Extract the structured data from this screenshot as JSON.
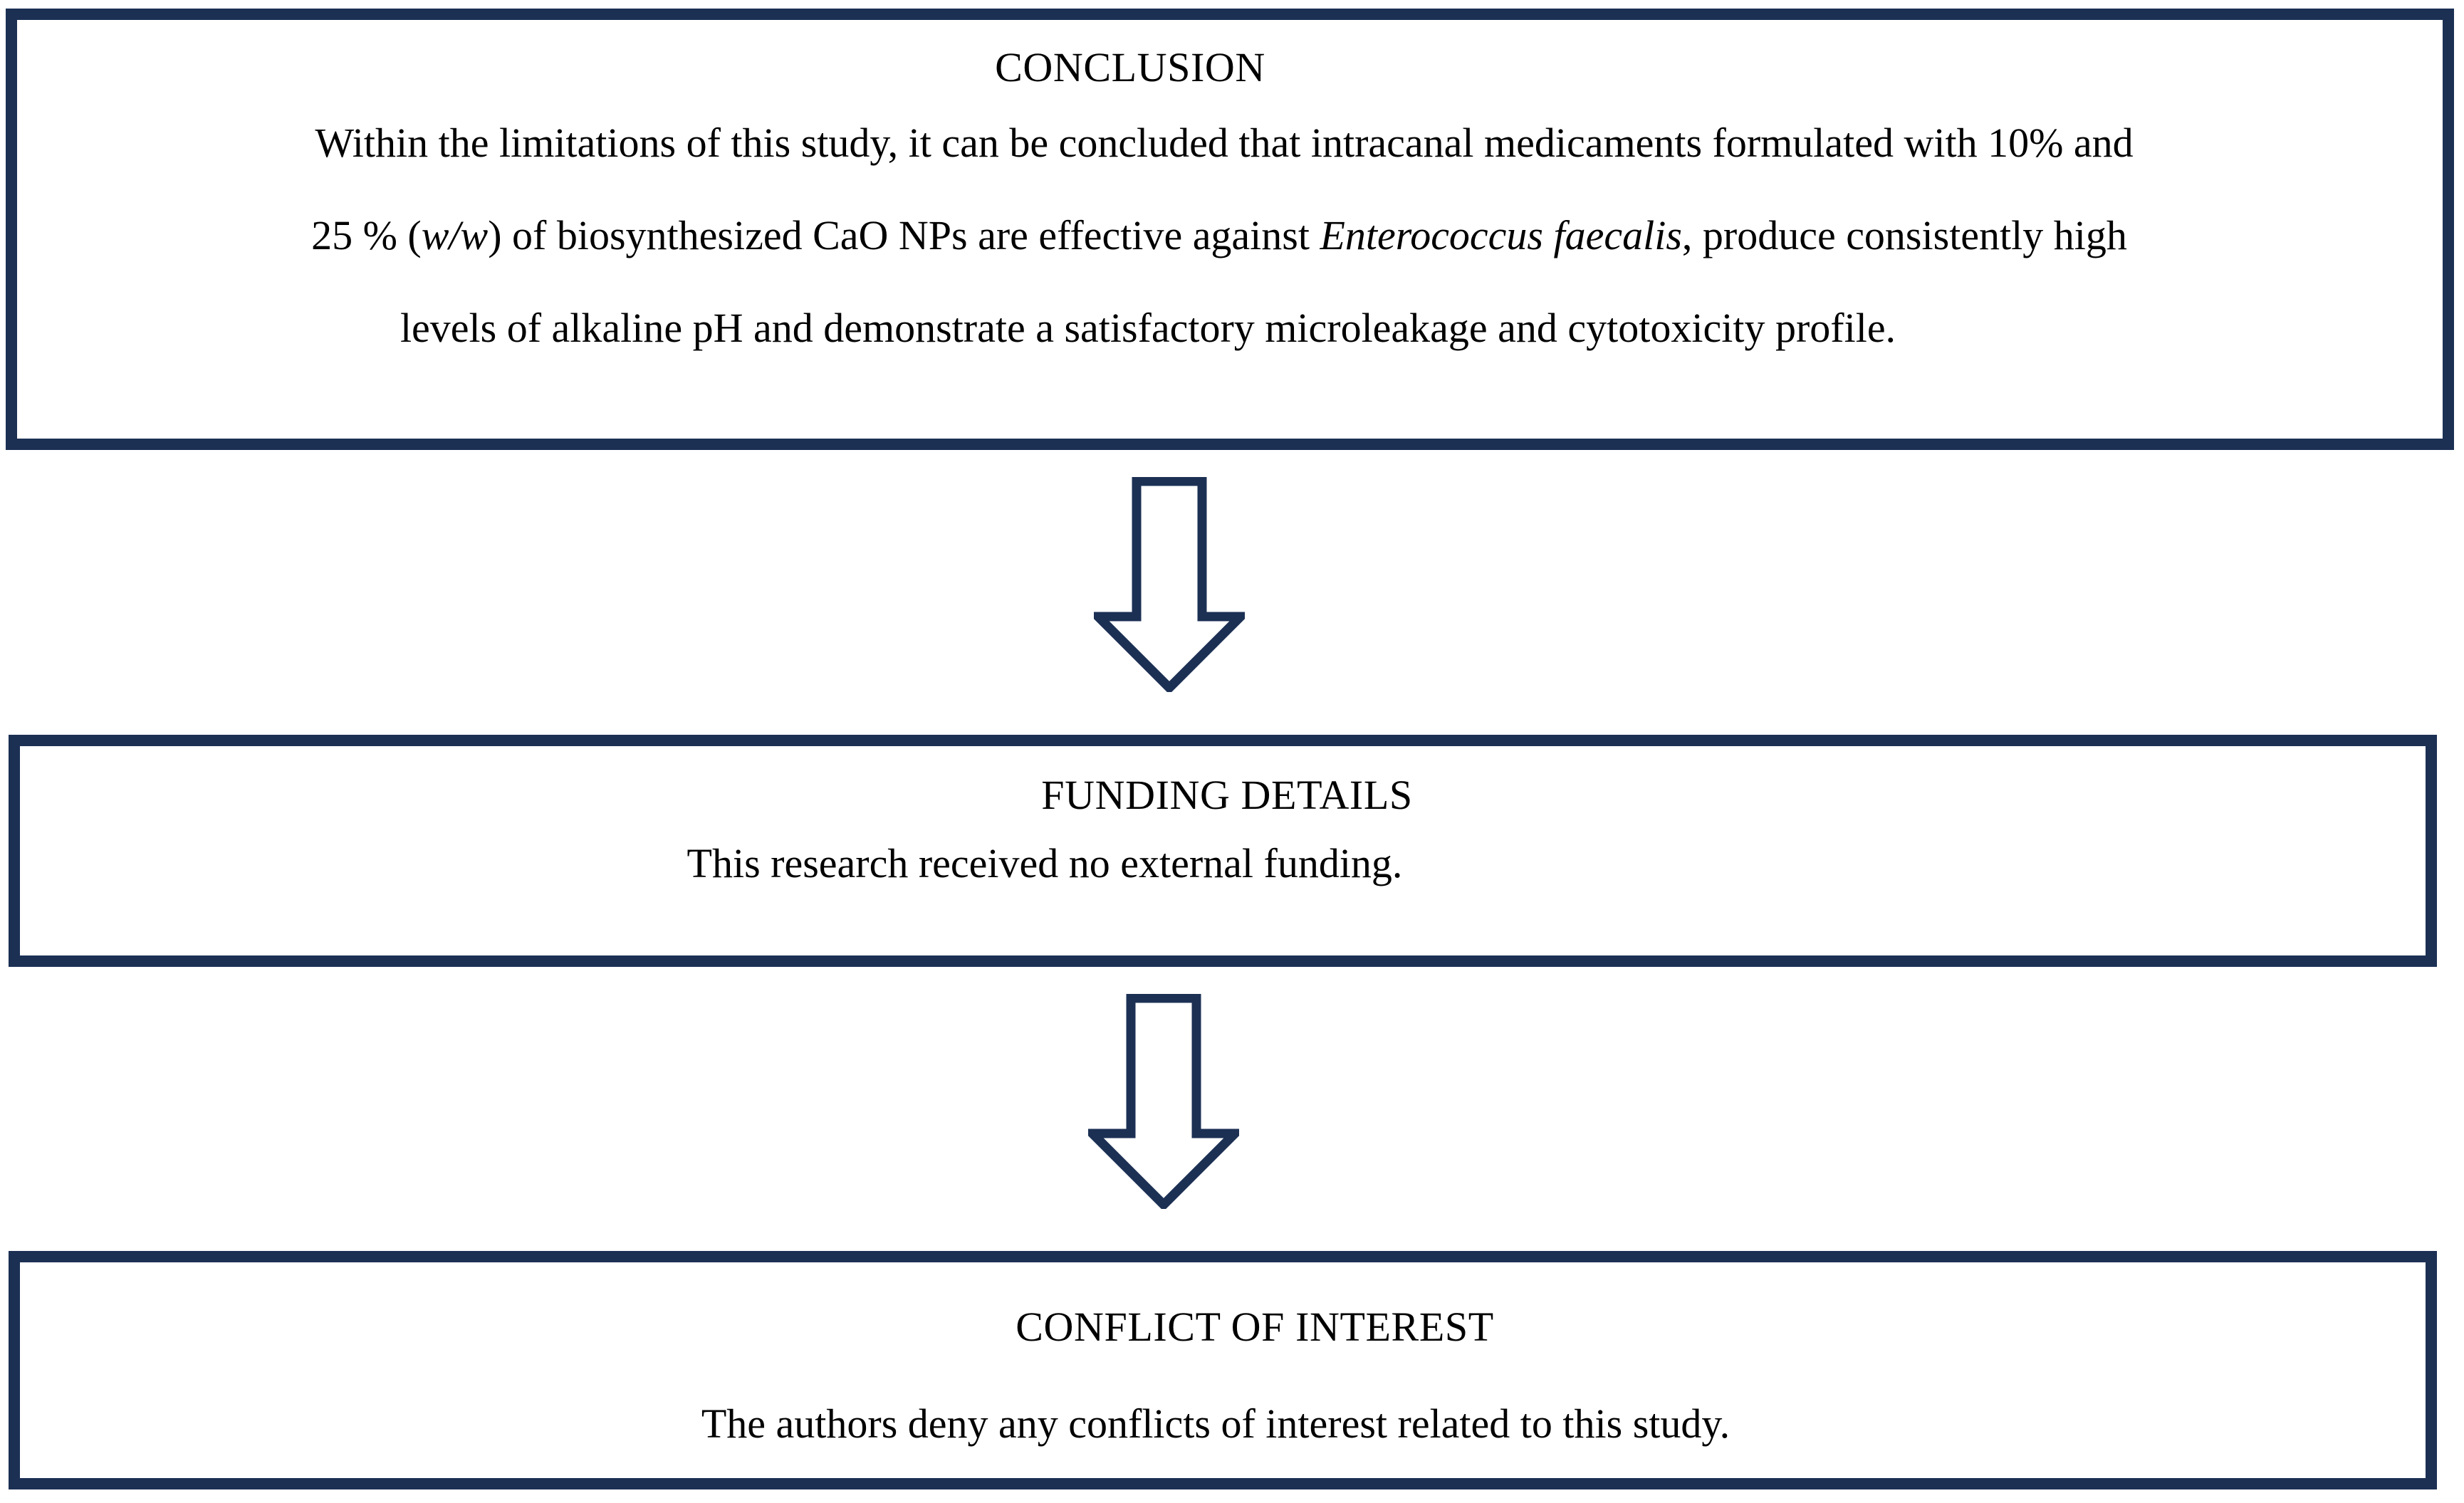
{
  "theme": {
    "border_color": "#1C3054",
    "arrow_color": "#1C3054",
    "text_color": "#000000",
    "background": "#FFFFFF"
  },
  "flow": {
    "boxes": [
      {
        "id": "conclusion",
        "heading": "CONCLUSION",
        "lines": [
          {
            "plain": "Within the limitations of this study, it can be concluded that intracanal medicaments formulated with 10% and",
            "segments": [
              {
                "text": "Within the limitations of this study, it can be concluded that intracanal medicaments formulated with 10% and",
                "italic": false
              }
            ]
          },
          {
            "plain": "25 % (w/w) of biosynthesized CaO NPs are effective against Enterococcus faecalis, produce consistently high",
            "segments": [
              {
                "text": "25 % (",
                "italic": false
              },
              {
                "text": "w/w",
                "italic": true
              },
              {
                "text": ") of biosynthesized CaO NPs are effective against ",
                "italic": false
              },
              {
                "text": "Enterococcus faecalis",
                "italic": true
              },
              {
                "text": ", produce consistently high",
                "italic": false
              }
            ]
          },
          {
            "plain": "levels of alkaline pH and demonstrate a satisfactory microleakage and cytotoxicity profile.",
            "segments": [
              {
                "text": "levels of alkaline pH and demonstrate a satisfactory microleakage and cytotoxicity profile.",
                "italic": false
              }
            ]
          }
        ]
      },
      {
        "id": "funding",
        "heading": "FUNDING DETAILS",
        "lines": [
          {
            "plain": "This research received no external funding.",
            "segments": [
              {
                "text": "This research received no external funding.",
                "italic": false
              }
            ]
          }
        ]
      },
      {
        "id": "conflict",
        "heading": "CONFLICT OF INTEREST",
        "lines": [
          {
            "plain": "The authors deny any conflicts of interest related to this study.",
            "segments": [
              {
                "text": "The authors deny any conflicts of interest related to this study.",
                "italic": false
              }
            ]
          }
        ]
      }
    ],
    "connectors": [
      {
        "id": "arrow-1",
        "icon": "down-arrow-icon",
        "direction": "down",
        "from": "conclusion",
        "to": "funding"
      },
      {
        "id": "arrow-2",
        "icon": "down-arrow-icon",
        "direction": "down",
        "from": "funding",
        "to": "conflict"
      }
    ]
  }
}
